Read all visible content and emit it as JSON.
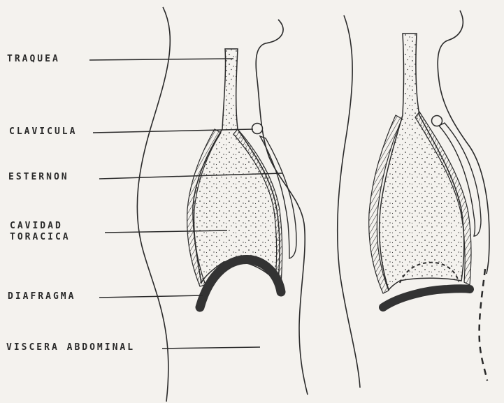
{
  "labels": {
    "trachea": "TRAQUEA",
    "clavicle": "CLAVICULA",
    "sternum": "ESTERNON",
    "thoracic_cavity_line1": "CAVIDAD",
    "thoracic_cavity_line2": "TORACICA",
    "diaphragm": "DIAFRAGMA",
    "abdominal_viscera": "VISCERA ABDOMINAL"
  },
  "colors": {
    "ink": "#2a2a2a",
    "paper": "#f4f2ee",
    "diaphragm": "#333333"
  }
}
